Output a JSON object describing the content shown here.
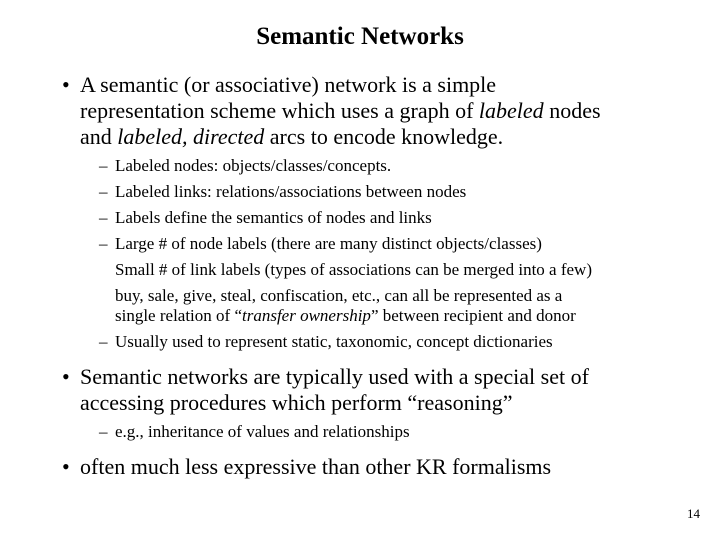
{
  "slide": {
    "title": "Semantic Networks",
    "page_number": "14",
    "markers": {
      "level1": "•",
      "level2": "–"
    },
    "blocks": [
      {
        "kind": "b1",
        "lines": [
          [
            {
              "t": "A semantic (or associative) network is a simple"
            }
          ],
          [
            {
              "t": "representation scheme which uses a graph of "
            },
            {
              "t": "labeled",
              "i": true
            },
            {
              "t": " nodes"
            }
          ],
          [
            {
              "t": "and "
            },
            {
              "t": "labeled, directed",
              "i": true
            },
            {
              "t": " arcs to encode knowledge."
            }
          ]
        ]
      },
      {
        "kind": "b2",
        "lines": [
          [
            {
              "t": "Labeled nodes: objects/classes/concepts."
            }
          ]
        ]
      },
      {
        "kind": "b2",
        "lines": [
          [
            {
              "t": "Labeled links: relations/associations between nodes"
            }
          ]
        ]
      },
      {
        "kind": "b2",
        "lines": [
          [
            {
              "t": "Labels define the semantics of nodes and links"
            }
          ]
        ]
      },
      {
        "kind": "b2",
        "lines": [
          [
            {
              "t": "Large # of node labels (there are many distinct objects/classes)"
            }
          ]
        ]
      },
      {
        "kind": "cont2",
        "lines": [
          [
            {
              "t": "Small # of link labels (types of associations can be merged into a few)"
            }
          ]
        ]
      },
      {
        "kind": "cont2",
        "lines": [
          [
            {
              "t": "buy, sale, give, steal, confiscation, etc., can all be represented as a"
            }
          ],
          [
            {
              "t": "single relation of “"
            },
            {
              "t": "transfer ownership",
              "i": true
            },
            {
              "t": "” between recipient and donor"
            }
          ]
        ]
      },
      {
        "kind": "b2",
        "lines": [
          [
            {
              "t": "Usually used to represent static, taxonomic, concept dictionaries"
            }
          ]
        ]
      },
      {
        "kind": "b1",
        "lines": [
          [
            {
              "t": "Semantic networks are typically used with a special set of"
            }
          ],
          [
            {
              "t": "accessing procedures which perform “reasoning”"
            }
          ]
        ]
      },
      {
        "kind": "b2",
        "lines": [
          [
            {
              "t": "e.g., inheritance of values and relationships"
            }
          ]
        ]
      },
      {
        "kind": "b1",
        "lines": [
          [
            {
              "t": "often much less expressive than other KR formalisms"
            }
          ]
        ]
      }
    ]
  }
}
